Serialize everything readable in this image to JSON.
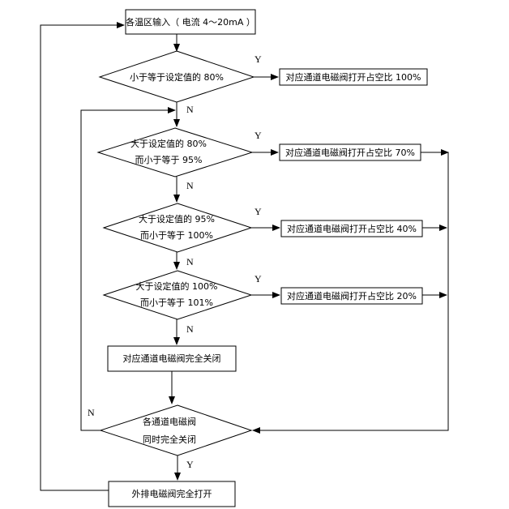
{
  "flowchart": {
    "start": "各温区输入（ 电流 4～20mA ）",
    "d1": "小于等于设定值的 80%",
    "d2": [
      "大于设定值的 80%",
      "而小于等于 95%"
    ],
    "d3": [
      "大于设定值的 95%",
      "而小于等于 100%"
    ],
    "d4": [
      "大于设定值的 100%",
      "而小于等于 101%"
    ],
    "r1": "对应通道电磁阀打开占空比 100%",
    "r2": "对应通道电磁阀打开占空比 70%",
    "r3": "对应通道电磁阀打开占空比 40%",
    "r4": "对应通道电磁阀打开占空比 20%",
    "close": "对应通道电磁阀完全关闭",
    "d5": [
      "各通道电磁阀",
      "同时完全关闭"
    ],
    "exhaust": "外排电磁阀完全打开",
    "yes": "Y",
    "no": "N"
  }
}
